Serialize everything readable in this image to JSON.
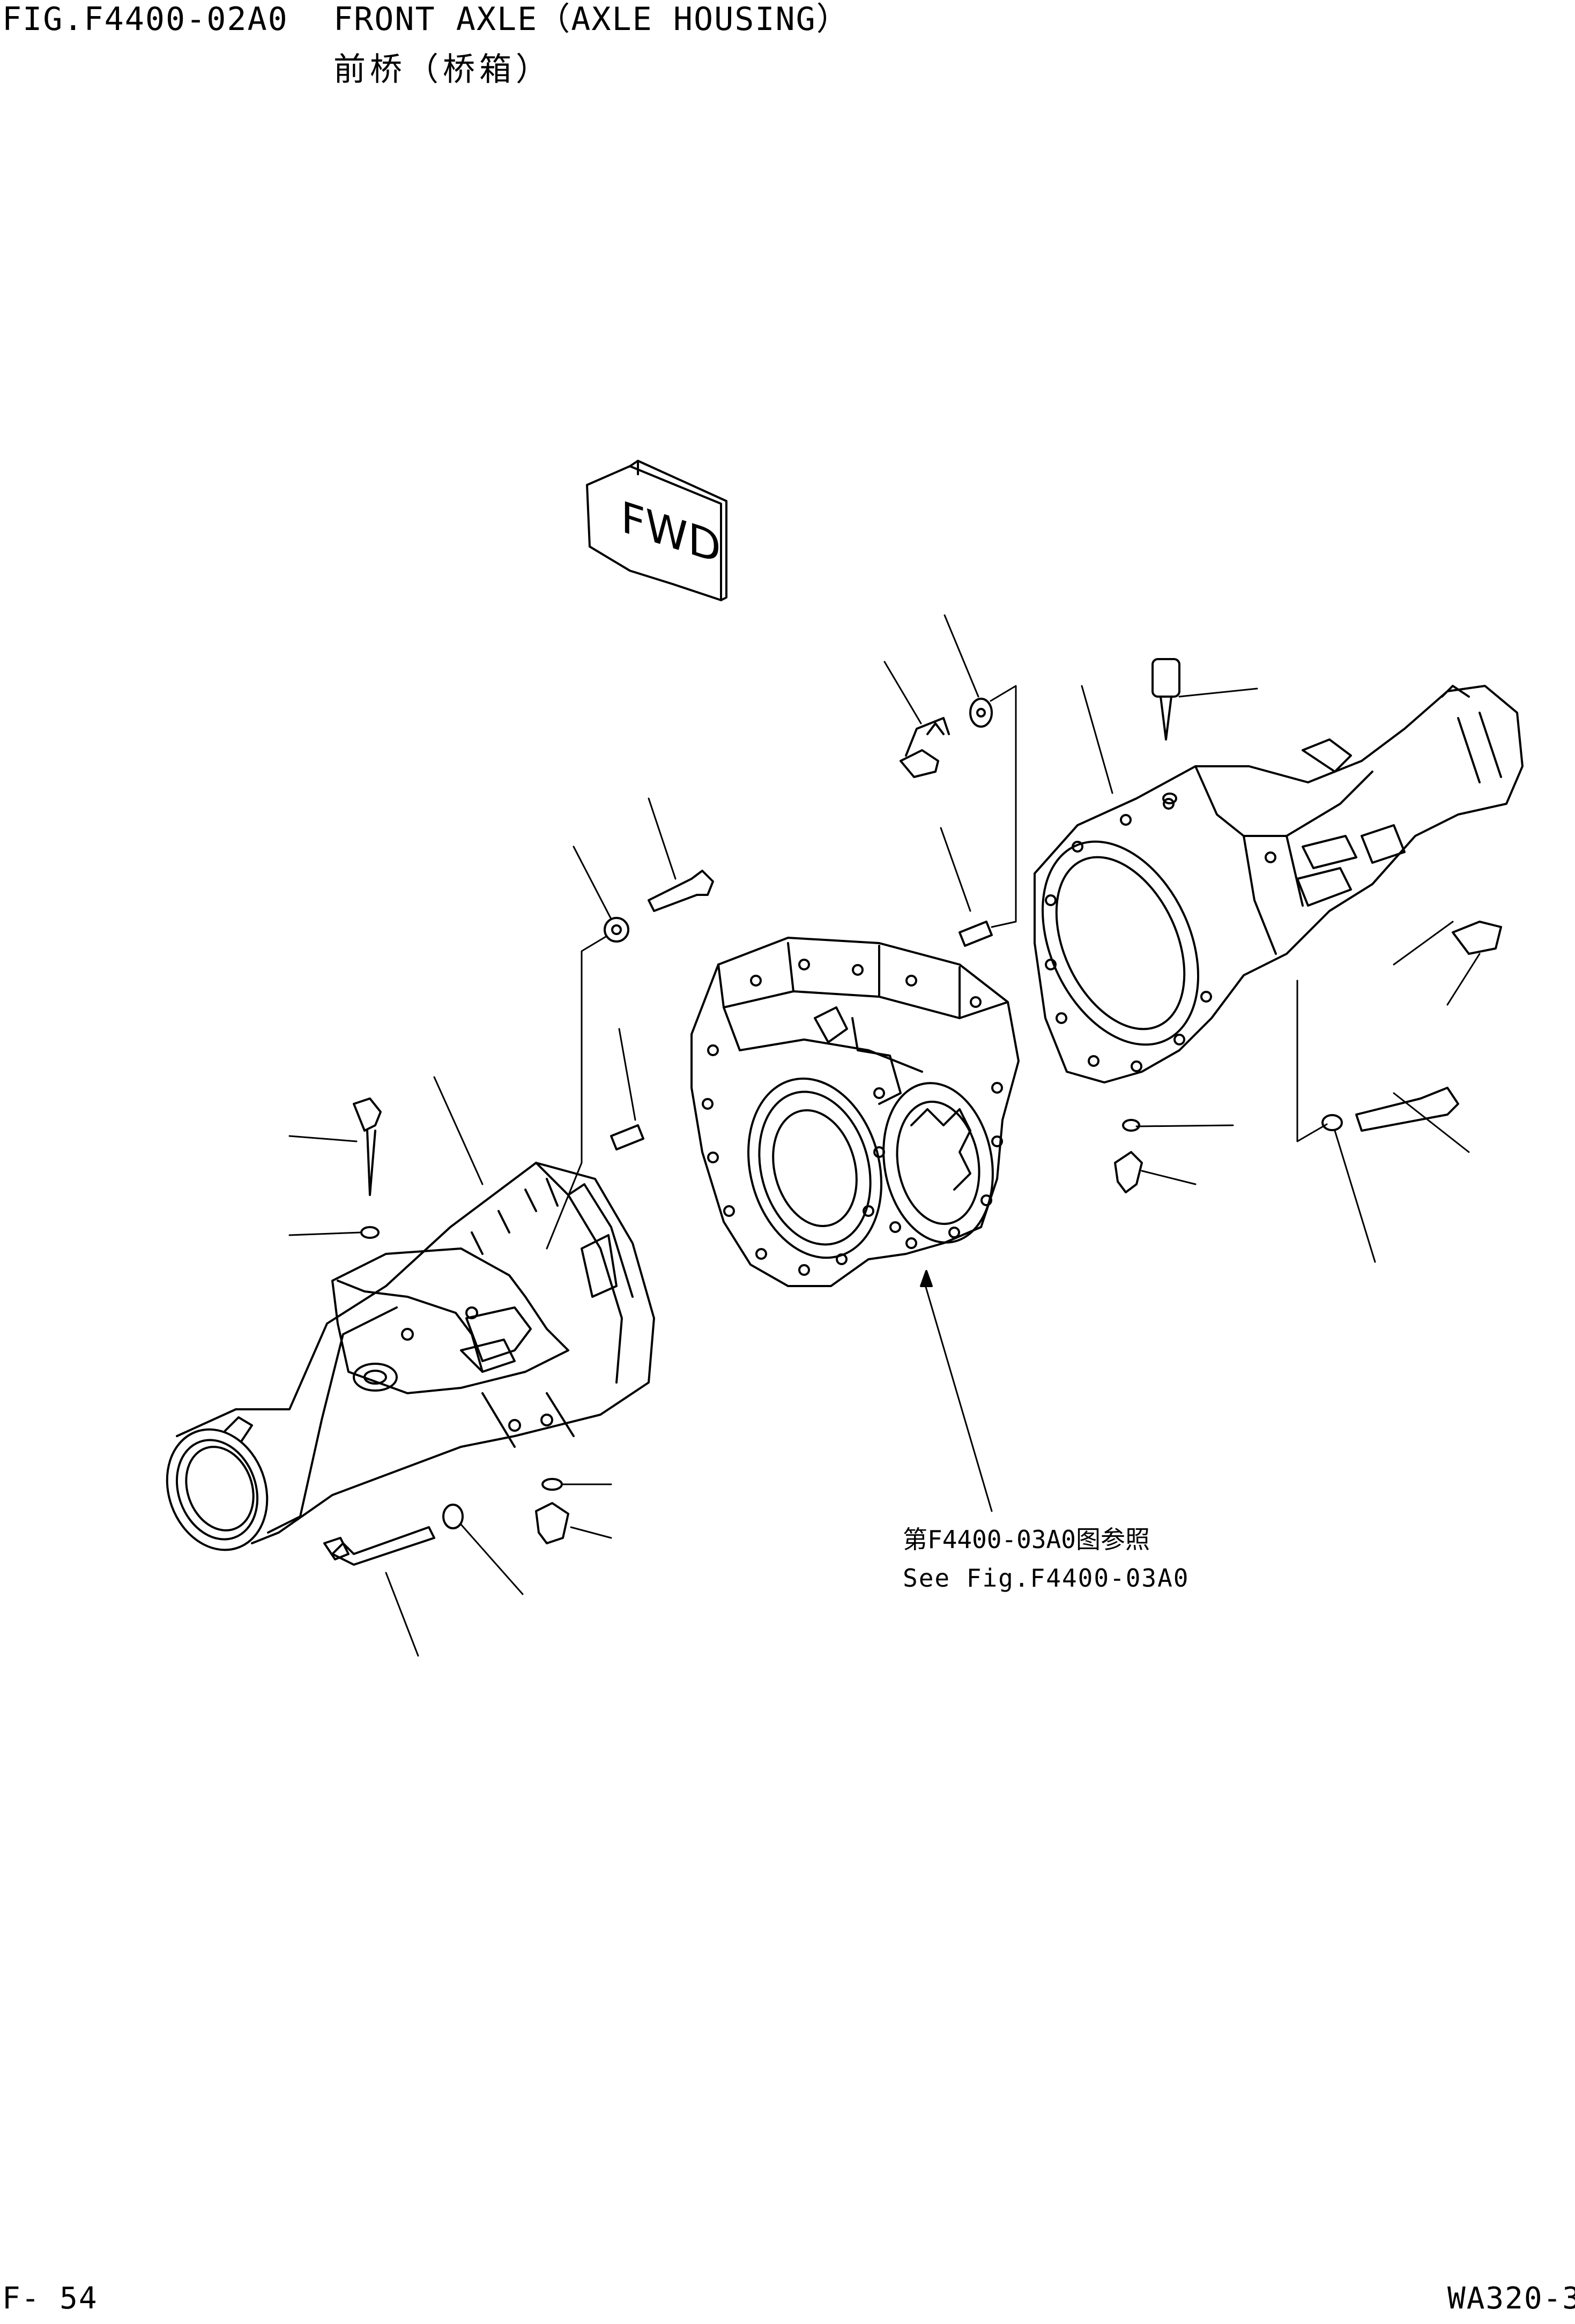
{
  "header": {
    "figure_number": "FIG.F4400-02A0",
    "title_en": "FRONT AXLE（AXLE HOUSING）",
    "title_cn": "前桥（桥箱）"
  },
  "diagram": {
    "fwd_label": "FWD",
    "reference_cn": "第F4400-03A0图参照",
    "reference_en": "See Fig.F4400-03A0"
  },
  "footer": {
    "page_number": "F- 54",
    "model": "WA320-3"
  }
}
